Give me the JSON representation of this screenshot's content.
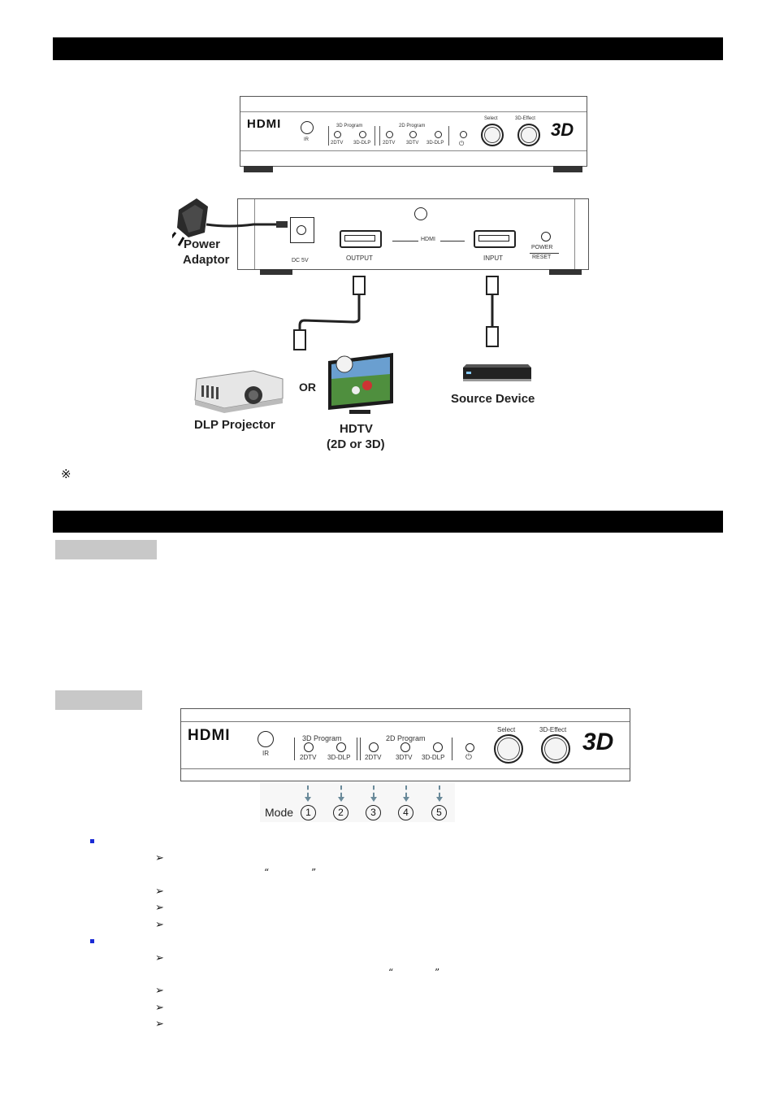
{
  "front_panel": {
    "hdmi_logo": "HDMI",
    "ir_label": "IR",
    "group_3d_label": "3D Program",
    "group_2d_label": "2D Program",
    "led_labels": [
      "2DTV",
      "3D-DLP",
      "2DTV",
      "3DTV",
      "3D-DLP"
    ],
    "power_led_label": "⏻",
    "select_label": "Select",
    "effect_label": "3D-Effect",
    "logo_3d": "3D"
  },
  "rear_panel": {
    "dc_label": "DC 5V",
    "output_label": "OUTPUT",
    "hdmi_label": "HDMI",
    "input_label": "INPUT",
    "power_label": "POWER",
    "reset_label": "RESET"
  },
  "diagram": {
    "power_adaptor_line1": "Power",
    "power_adaptor_line2": "Adaptor",
    "or_label": "OR",
    "dlp_label": "DLP Projector",
    "hdtv_line1": "HDTV",
    "hdtv_line2": "(2D or 3D)",
    "source_label": "Source Device"
  },
  "note_symbol": "※",
  "mode_row": {
    "mode_label": "Mode",
    "numbers": [
      "1",
      "2",
      "3",
      "4",
      "5"
    ]
  },
  "quote_marks": {
    "open": "“",
    "close": "”"
  },
  "colors": {
    "bullet": "#1a2bd6",
    "header_bar": "#000000",
    "section_tab": "#c8c8c8"
  }
}
